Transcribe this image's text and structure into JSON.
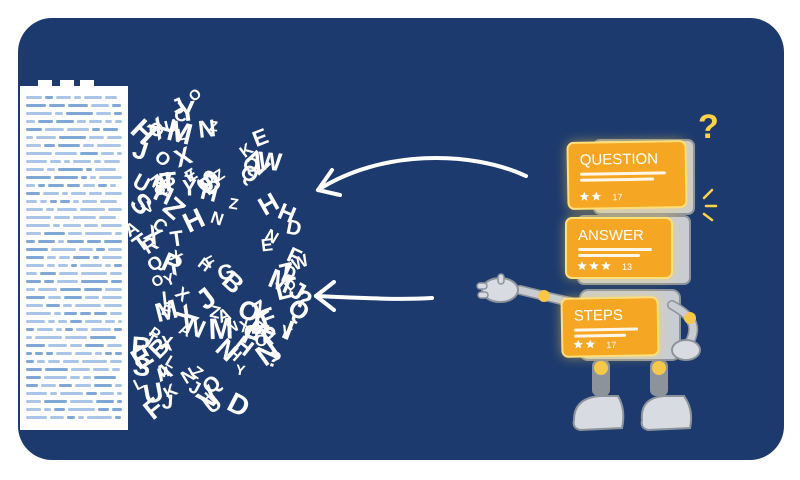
{
  "colors": {
    "background": "#1c3a6e",
    "page": "#ffffff",
    "text_lines": "#a9c6e8",
    "text_lines_dark": "#7fa6d4",
    "card": "#f5a623",
    "card_glow": "#ffd24a",
    "robot": "#c9cdd3",
    "robot_dark": "#8d939b",
    "question_mark": "#ffd24a"
  },
  "cards": [
    {
      "label": "QUESTION",
      "footer": "17",
      "stars": 2
    },
    {
      "label": "ANSWER",
      "footer": "13",
      "stars": 3
    },
    {
      "label": "STEPS",
      "footer": "17",
      "stars": 2
    }
  ],
  "question_mark": "?",
  "letters": [
    "X",
    "K",
    "F",
    "L",
    "T",
    "O",
    "E",
    "M",
    "S",
    "W",
    "I",
    "R",
    "?",
    "Z",
    "A",
    "N",
    "Y",
    "H",
    "P",
    "V",
    "J",
    "C",
    "D",
    "U",
    "G",
    "B",
    "Q"
  ]
}
